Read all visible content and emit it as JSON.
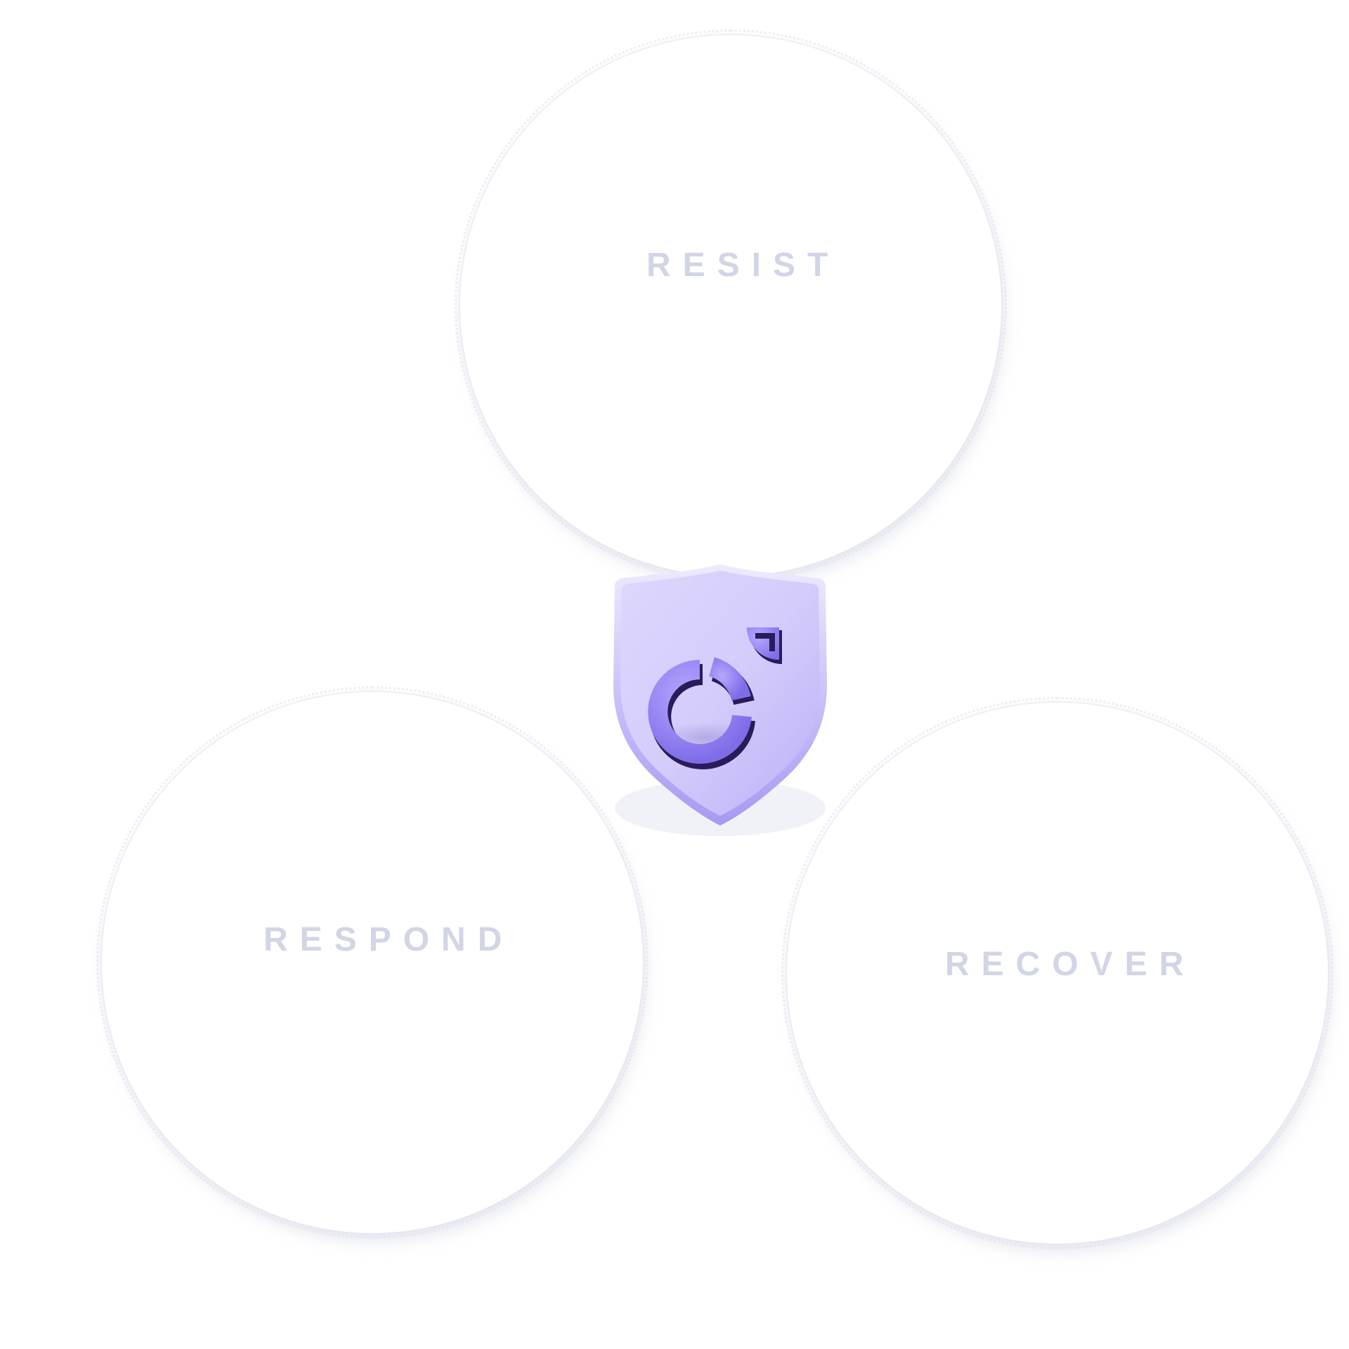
{
  "diagram": {
    "nodes": [
      {
        "id": "resist",
        "label": "RESIST"
      },
      {
        "id": "respond",
        "label": "RESPOND"
      },
      {
        "id": "recover",
        "label": "RECOVER"
      }
    ],
    "center": {
      "icon": "shield-logo-icon",
      "color_primary": "#8f7ff0",
      "color_dark": "#1f1444",
      "color_shield": "#cfc7fb"
    },
    "colors": {
      "background": "#ffffff",
      "label": "#d2d5e6",
      "circle_fill": "#ffffff"
    }
  }
}
